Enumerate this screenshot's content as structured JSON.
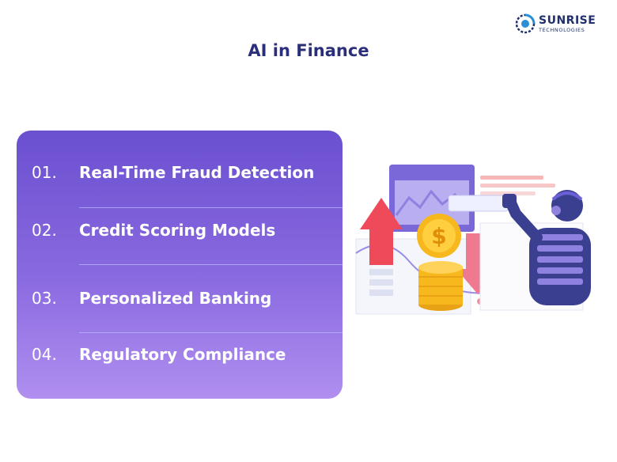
{
  "brand": {
    "name": "SUNRISE",
    "sub": "TECHNOLOGIES"
  },
  "title": "AI in Finance",
  "items": [
    {
      "number": "01.",
      "label": "Real-Time Fraud Detection"
    },
    {
      "number": "02.",
      "label": "Credit Scoring Models"
    },
    {
      "number": "03.",
      "label": "Personalized Banking"
    },
    {
      "number": "04.",
      "label": "Regulatory Compliance"
    }
  ],
  "colors": {
    "title": "#2b2f7a",
    "panel_top": "#6a4fcf",
    "panel_bottom": "#b08ff0",
    "coin": "#f6b81c",
    "up_arrow": "#ef4a5a",
    "robot": "#3b3f8f"
  },
  "illustration": {
    "name": "ai-robot-finance-illustration"
  }
}
